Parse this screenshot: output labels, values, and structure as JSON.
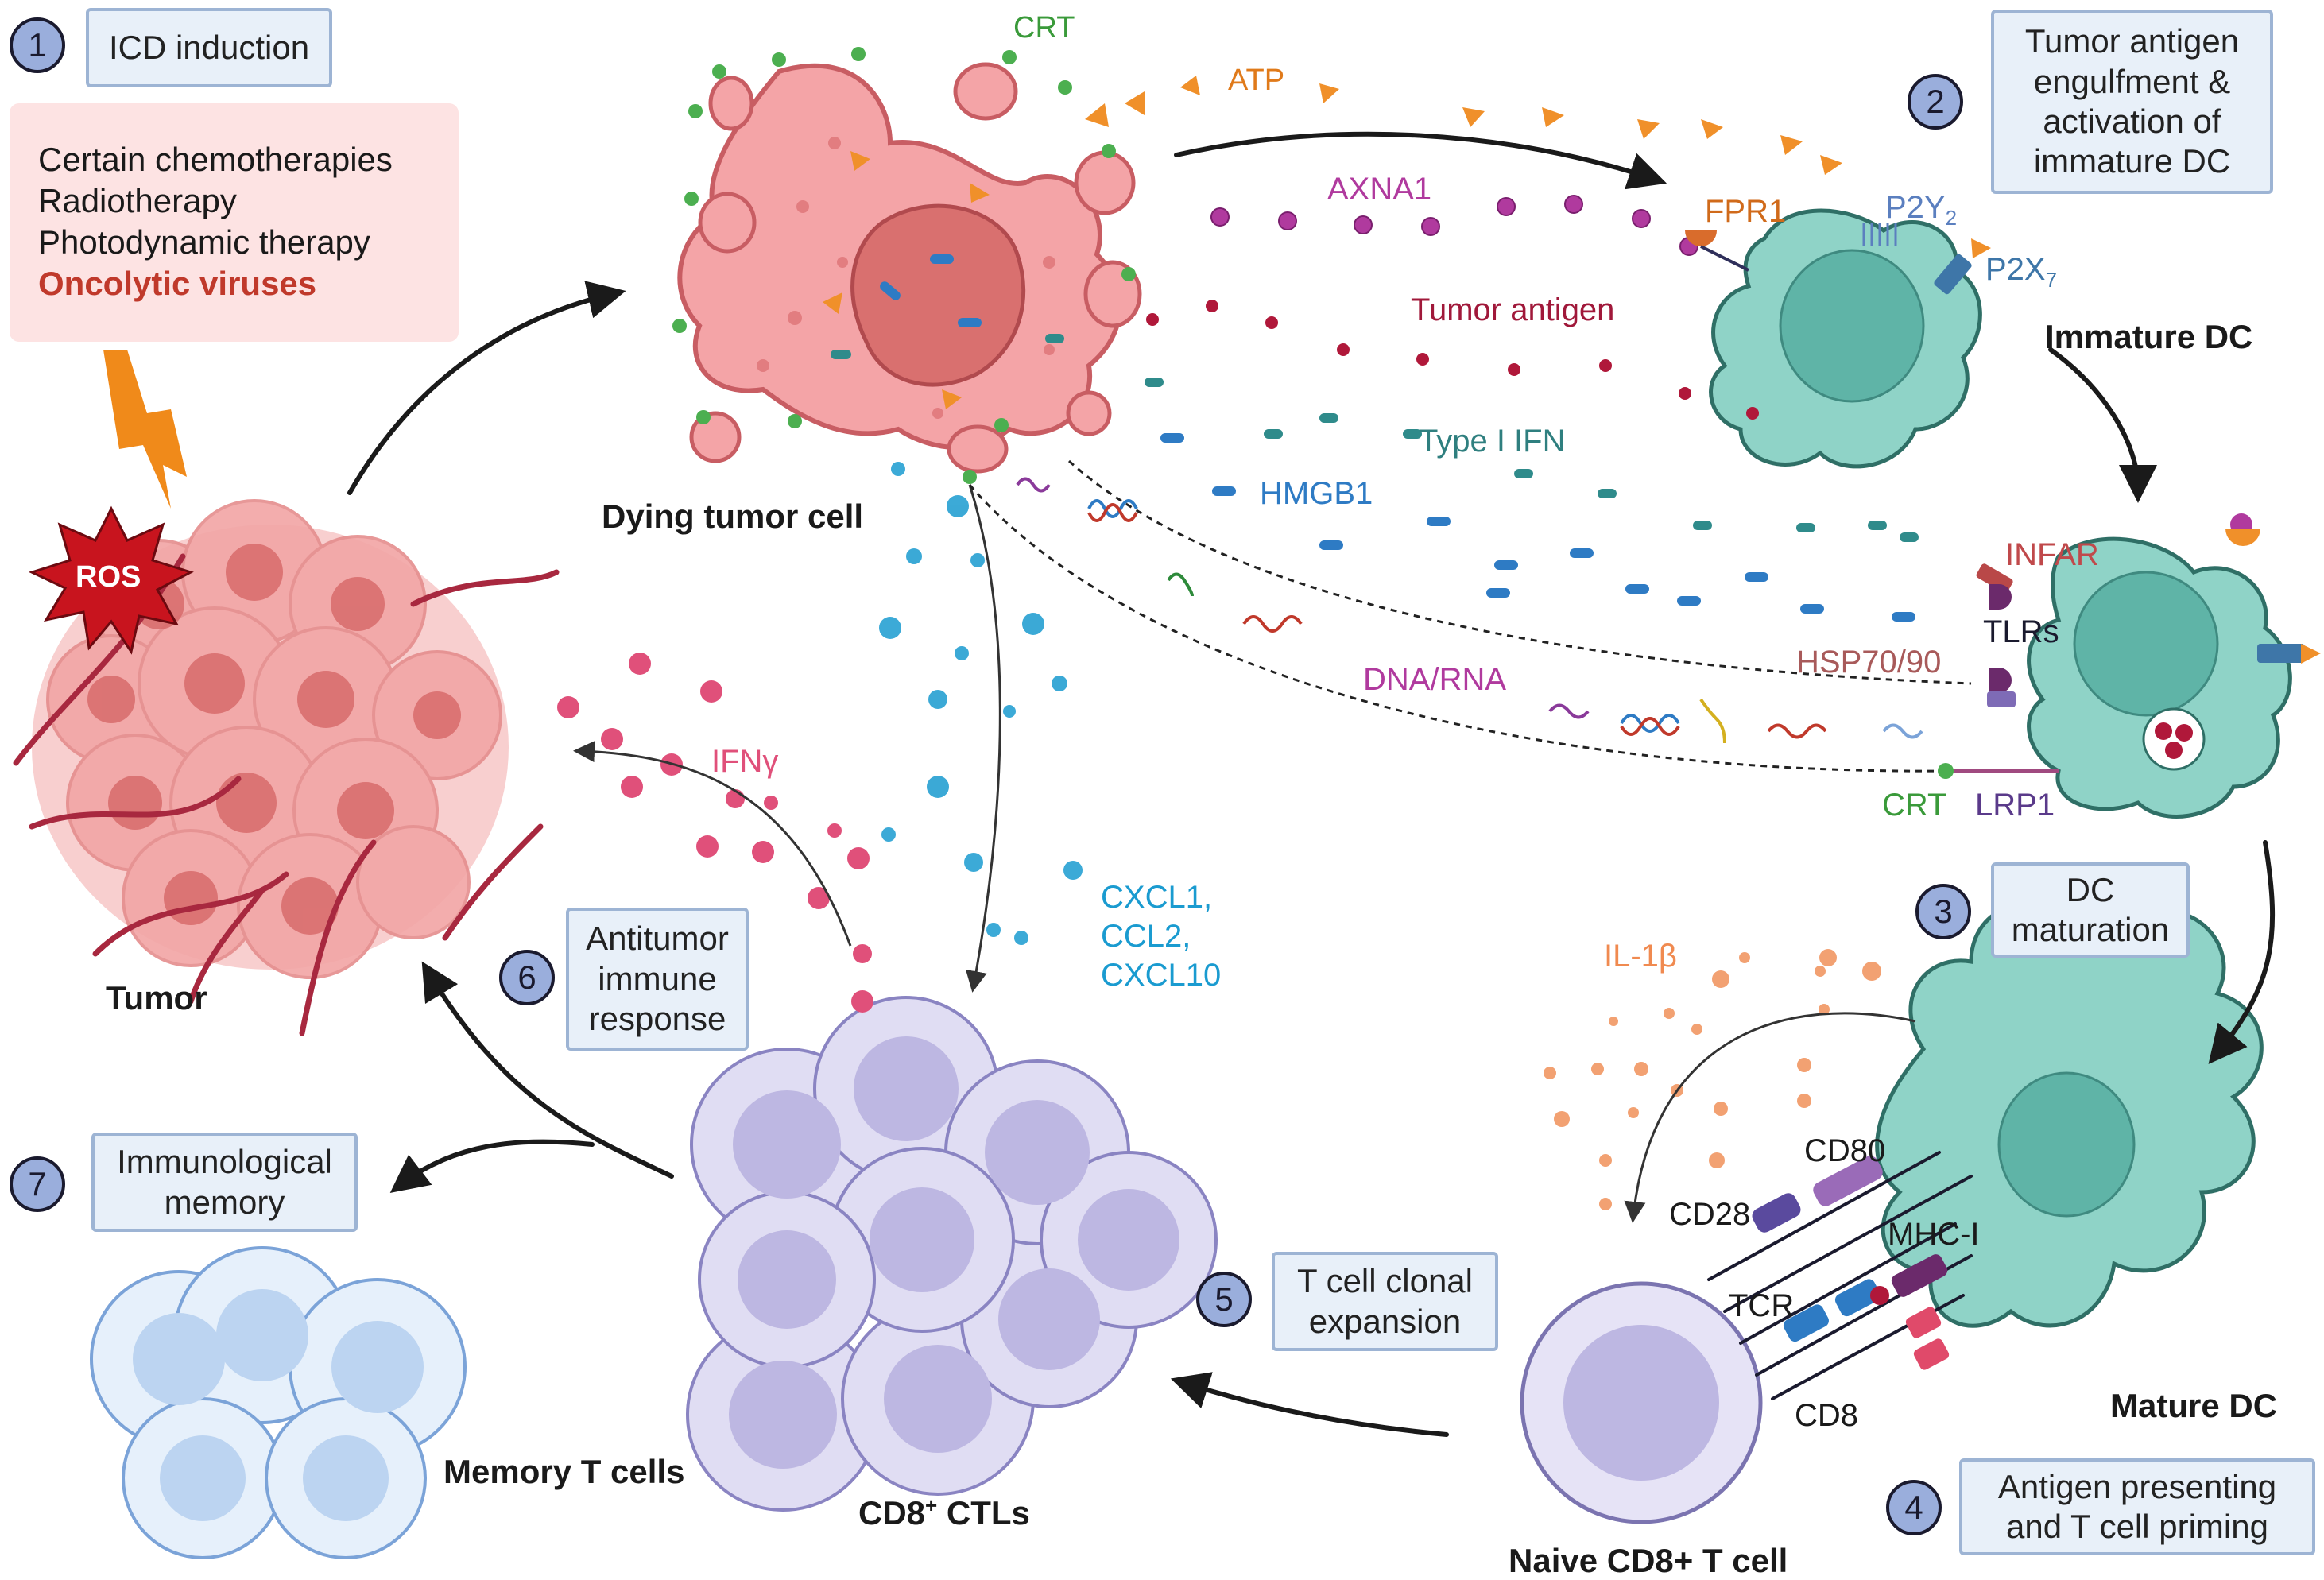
{
  "steps": [
    {
      "n": "1",
      "label": "ICD induction"
    },
    {
      "n": "2",
      "label": "Tumor antigen engulfment & activation of immature DC"
    },
    {
      "n": "3",
      "label": "DC maturation"
    },
    {
      "n": "4",
      "label": "Antigen presenting and T cell priming"
    },
    {
      "n": "5",
      "label": "T cell clonal expansion"
    },
    {
      "n": "6",
      "label": "Antitumor immune response"
    },
    {
      "n": "7",
      "label": "Immunological memory"
    }
  ],
  "inducers": [
    "Certain chemotherapies",
    "Radiotherapy",
    "Photodynamic therapy",
    "Oncolytic viruses"
  ],
  "cells": {
    "dying_tumor": "Dying tumor cell",
    "tumor": "Tumor",
    "immature_dc": "Immature DC",
    "mature_dc": "Mature DC",
    "naive_t": "Naive CD8+ T cell",
    "ctl": "CD8",
    "ctl_sup": "+",
    "ctl_tail": " CTLs",
    "memory": "Memory T cells"
  },
  "molecules": {
    "ros": "ROS",
    "crt_top": "CRT",
    "atp": "ATP",
    "axna1": "AXNA1",
    "tumor_antigen": "Tumor antigen",
    "type1_ifn": "Type I IFN",
    "hmgb1": "HMGB1",
    "dna_rna": "DNA/RNA",
    "ifng": "IFNγ",
    "chemokines": [
      "CXCL1,",
      "CCL2,",
      "CXCL10"
    ],
    "il1b": "IL-1β"
  },
  "receptors": {
    "fpr1": "FPR1",
    "p2y2": "P2Y",
    "p2y2_sub": "2",
    "p2x7": "P2X",
    "p2x7_sub": "7",
    "infar": "INFAR",
    "tlrs": "TLRs",
    "hsp": "HSP70/90",
    "crt_dc": "CRT",
    "lrp1": "LRP1",
    "cd80": "CD80",
    "cd28": "CD28",
    "mhc": "MHC-I",
    "tcr": "TCR",
    "cd8": "CD8"
  },
  "colors": {
    "box_fill": "#e8f0f9",
    "box_border": "#9db4d4",
    "step_circle": "#9aaedc",
    "tumor": "#f3a9a9",
    "dc": "#8fd3c7",
    "tcell": "#d6d3f0",
    "memory": "#dbeafa",
    "atp": "#f0902a",
    "axna1": "#b03a9e",
    "antigen": "#b0183a",
    "ifn_type1": "#3a8a8a",
    "hmgb1": "#2e7bc4",
    "ifng": "#e0507a",
    "chemokine": "#1a9bd0",
    "il1b": "#f08a50",
    "oncolytic": "#c0392b"
  }
}
